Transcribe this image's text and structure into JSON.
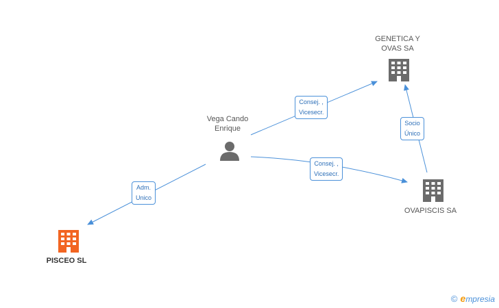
{
  "colors": {
    "edge": "#4a90d9",
    "company_gray": "#6b6b6b",
    "company_highlight": "#f26522",
    "person": "#6b6b6b"
  },
  "nodes": {
    "genetica": {
      "label": "GENETICA Y\nOVAS SA",
      "icon": "building-icon"
    },
    "person": {
      "label": "Vega Cando\nEnrique",
      "icon": "person-icon"
    },
    "ovapiscis": {
      "label": "OVAPISCIS SA",
      "icon": "building-icon"
    },
    "pisceo": {
      "label": "PISCEO SL",
      "icon": "building-icon"
    }
  },
  "edges": {
    "person_genetica": "Consej. ,\nVicesecr.",
    "person_ovapiscis": "Consej. ,\nVicesecr.",
    "ovapiscis_genetica": "Socio\nÚnico",
    "person_pisceo": "Adm.\nUnico"
  },
  "footer": {
    "copyright": "©",
    "brand_initial": "e",
    "brand_rest": "mpresia"
  }
}
